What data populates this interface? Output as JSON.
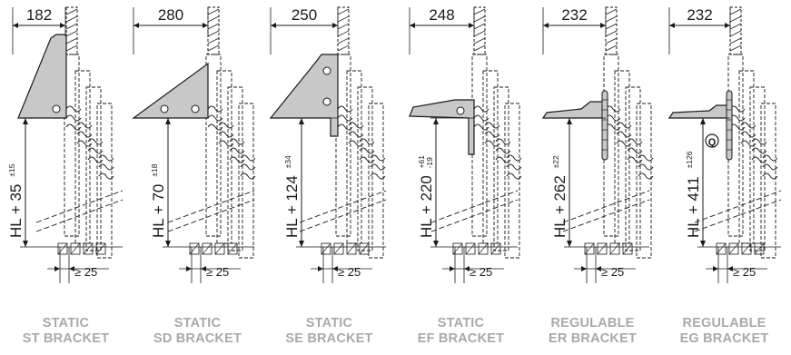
{
  "brackets": [
    {
      "id": "st",
      "width": "182",
      "height_base": "HL + 35",
      "tol_plus": "±15",
      "tol_minus": "",
      "gap": "≥ 25",
      "type": "STATIC",
      "name": "ST BRACKET",
      "variant": "st",
      "marker": ""
    },
    {
      "id": "sd",
      "width": "280",
      "height_base": "HL + 70",
      "tol_plus": "±18",
      "tol_minus": "",
      "gap": "≥ 25",
      "type": "STATIC",
      "name": "SD BRACKET",
      "variant": "sd",
      "marker": ""
    },
    {
      "id": "se",
      "width": "250",
      "height_base": "HL + 124",
      "tol_plus": "±34",
      "tol_minus": "",
      "gap": "≥ 25",
      "type": "STATIC",
      "name": "SE BRACKET",
      "variant": "se",
      "marker": ""
    },
    {
      "id": "ef",
      "width": "248",
      "height_base": "HL + 220",
      "tol_plus": "+61",
      "tol_minus": "-19",
      "gap": "≥ 25",
      "type": "STATIC",
      "name": "EF BRACKET",
      "variant": "ef",
      "marker": ""
    },
    {
      "id": "er",
      "width": "232",
      "height_base": "HL + 262",
      "tol_plus": "±22",
      "tol_minus": "",
      "gap": "≥ 25",
      "type": "REGULABLE",
      "name": "ER BRACKET",
      "variant": "er",
      "marker": ""
    },
    {
      "id": "eg",
      "width": "232",
      "height_base": "HL + 411",
      "tol_plus": "±126",
      "tol_minus": "",
      "gap": "≥ 25",
      "type": "REGULABLE",
      "name": "EG BRACKET",
      "variant": "eg",
      "marker": "Q"
    }
  ],
  "colors": {
    "bracket_fill": "#c8c8c8",
    "line": "#1a1a1a",
    "caption": "#a9a9a9"
  }
}
